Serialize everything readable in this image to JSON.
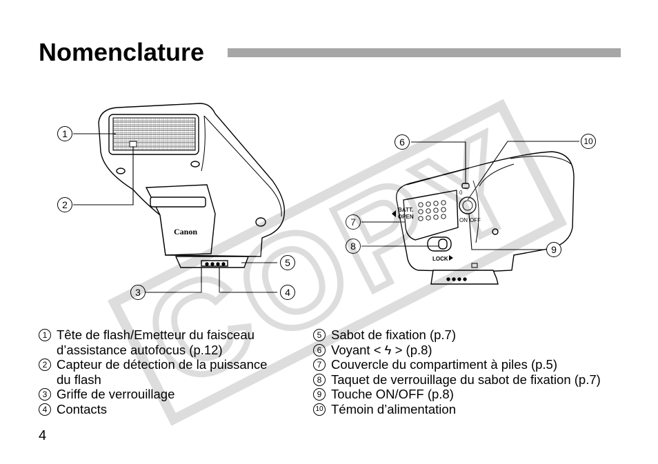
{
  "page": {
    "title": "Nomenclature",
    "page_number": "4",
    "watermark": "COPY"
  },
  "diagram": {
    "front": {
      "brand": "Canon",
      "callouts": [
        "1",
        "2",
        "3",
        "4",
        "5"
      ]
    },
    "back": {
      "batt_label_1": "BATT.",
      "batt_label_2": "OPEN",
      "lock_label": "LOCK",
      "switch_on": "ON",
      "switch_off": "OFF",
      "switch_mark": "0",
      "callouts": [
        "6",
        "7",
        "8",
        "9",
        "10"
      ]
    }
  },
  "legend": {
    "left": [
      {
        "num": "1",
        "lines": [
          "Tête de flash/Emetteur du faisceau",
          "d’assistance autofocus (p.12)"
        ]
      },
      {
        "num": "2",
        "lines": [
          "Capteur de détection de la puissance",
          "du flash"
        ]
      },
      {
        "num": "3",
        "lines": [
          "Griffe de verrouillage"
        ]
      },
      {
        "num": "4",
        "lines": [
          "Contacts"
        ]
      }
    ],
    "right": [
      {
        "num": "5",
        "lines": [
          "Sabot de fixation (p.7)"
        ]
      },
      {
        "num": "6",
        "lines": [
          "Voyant < ϟ > (p.8)"
        ]
      },
      {
        "num": "7",
        "lines": [
          "Couvercle du compartiment à piles (p.5)"
        ]
      },
      {
        "num": "8",
        "lines": [
          "Taquet de verrouillage du sabot de fixation (p.7)"
        ]
      },
      {
        "num": "9",
        "lines": [
          "Touche ON/OFF (p.8)"
        ]
      },
      {
        "num": "10",
        "lines": [
          "Témoin d’alimentation"
        ]
      }
    ]
  }
}
